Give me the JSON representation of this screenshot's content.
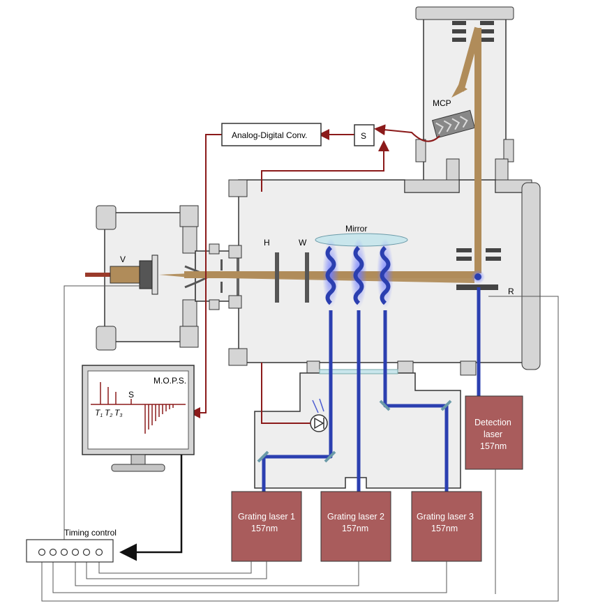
{
  "labels": {
    "adc": "Analog-Digital Conv.",
    "switch_s": "S",
    "mcp": "MCP",
    "valve": "V",
    "h": "H",
    "w": "W",
    "mirror": "Mirror",
    "r": "R",
    "mops": "M.O.P.S.",
    "mops_s": "S",
    "t1": "T",
    "t2": "T",
    "t3": "T",
    "t1_sub": "1",
    "t2_sub": "2",
    "t3_sub": "3",
    "timing": "Timing control"
  },
  "lasers": [
    {
      "line1": "Grating laser 1",
      "line2": "157nm"
    },
    {
      "line1": "Grating laser 2",
      "line2": "157nm"
    },
    {
      "line1": "Grating laser 3",
      "line2": "157nm"
    }
  ],
  "detection_laser": {
    "line1": "Detection",
    "line2": "laser",
    "line3": "157nm"
  },
  "colors": {
    "atom_beam": "#b08c5a",
    "laser_beam": "#2b3fb0",
    "signal_wire": "#8b1a1a",
    "laser_box": "#a95c5c"
  }
}
